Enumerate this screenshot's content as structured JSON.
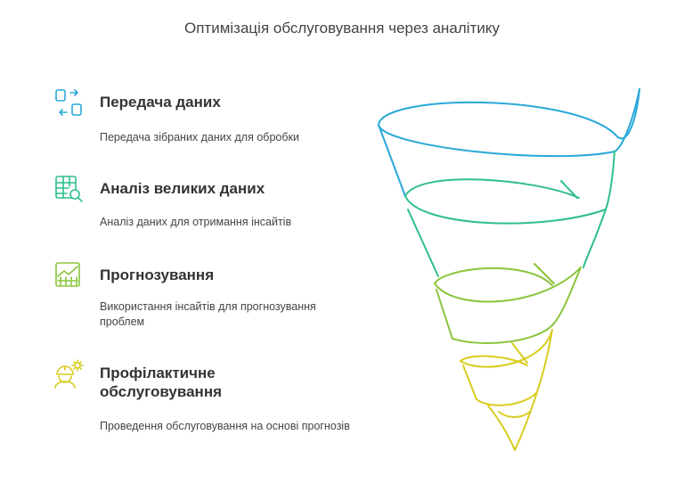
{
  "title": "Оптимізація обслуговування через аналітику",
  "steps": [
    {
      "heading": "Передача даних",
      "description": "Передача зібраних даних для обробки",
      "icon": "data-transfer-icon",
      "color": "#29a8d8"
    },
    {
      "heading": "Аналіз великих даних",
      "description": "Аналіз даних для отримання інсайтів",
      "icon": "table-search-icon",
      "color": "#2fbf8a"
    },
    {
      "heading": "Прогнозування",
      "description": "Використання інсайтів для прогнозування проблем",
      "icon": "chart-grid-icon",
      "color": "#8cc43c"
    },
    {
      "heading": "Профілактичне обслуговування",
      "description": "Проведення обслуговування на основі прогнозів",
      "icon": "worker-gear-icon",
      "color": "#d9cc1f"
    }
  ]
}
